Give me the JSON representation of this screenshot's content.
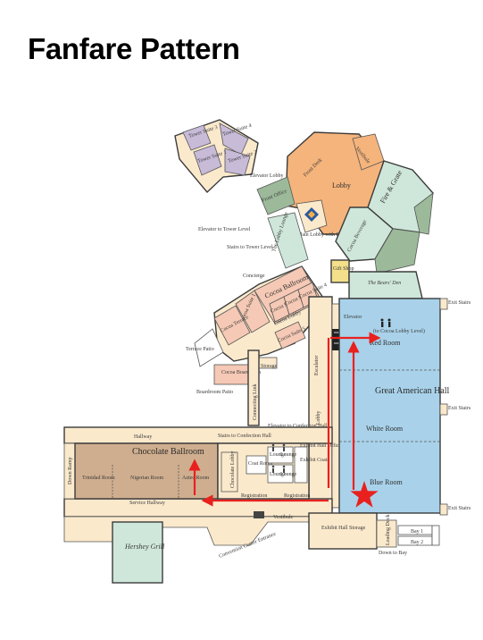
{
  "title": "Fanfare Pattern",
  "colors": {
    "corridor": "#fbe9cc",
    "blue_hall": "#a9d2ea",
    "brown_ballroom": "#cfae8f",
    "pink_ballroom": "#f5c9b5",
    "orange_lobby": "#f5b47c",
    "green_mint": "#cfe7da",
    "green_dark": "#9cba9a",
    "purple_suite": "#c7bbd8",
    "yellow_shop": "#f4e08a",
    "arrow_red": "#e8211f"
  },
  "rooms": {
    "great_hall": "Great American Hall",
    "red_room": "Red Room",
    "white_room": "White Room",
    "blue_room": "Blue Room",
    "chocolate_ballroom": "Chocolate Ballroom",
    "trinidad": "Trinidad Room",
    "nigerian": "Nigerian Room",
    "aztec": "Aztec Room",
    "cocoa_ballroom": "Cocoa Ballroom",
    "cocoa_terrace": "Cocoa Terrace",
    "cocoa_boardroom": "Cocoa Boardroom",
    "cocoa_suite_1": "Cocoa Suite 1",
    "cocoa_suite_2": "Cocoa Suite 2",
    "cocoa_suite_3": "Cocoa Suite 3",
    "cocoa_suite_4": "Cocoa Suite 4",
    "cocoa_suite_5": "Cocoa Suite 5",
    "cocoa_lobby": "Cocoa Lobby",
    "tower_suite_1": "Tower Suite 1",
    "tower_suite_2": "Tower Suite 2",
    "tower_suite_3": "Tower Suite 3",
    "tower_suite_4": "Tower Suite 4",
    "front_desk": "Front Desk",
    "vestibule_top": "Vestibule",
    "lobby": "Lobby",
    "fire_grate": "Fire & Grate",
    "cocoa_beverage": "Cocoa Beverage",
    "front_office": "Front Office",
    "main_lobby": "Main Lobby with Fireplace",
    "the_lobby_lounge": "The Lobby Lounge",
    "gift_shop": "Gift Shop",
    "bears_den": "The Bears' Den",
    "hershey_grill": "Hershey Grill",
    "exhibit_hall_storage": "Exhibit Hall Storage",
    "exhibit_coats": "Exhibit Coats",
    "exhibit_hall_office": "Exhibit Hall Office",
    "coat_room": "Coat Room",
    "loading_dock": "Loading Dock",
    "bay_1": "Bay 1",
    "bay_2": "Bay 2",
    "terrace_patio": "Terrace Patio",
    "boardroom_patio": "Boardroom Patio",
    "storage": "Storage"
  },
  "labels": {
    "elevator_lobby": "Elevator Lobby",
    "elevator_tower": "Elevator to Tower Level",
    "stairs_tower": "Stairs to Tower Level",
    "concierge": "Concierge",
    "elevator": "Elevator",
    "elevator_sub": "(to Cocoa Lobby Level)",
    "escalator": "Escalator",
    "connecting_link": "Connecting Link",
    "great_lobby": "Great Lobby",
    "hallway": "Hallway",
    "stairs_confection": "Stairs to Confection Hall",
    "elevator_confection": "Elevator to Confection Hall",
    "service_hallway": "Service Hallway",
    "down_ramp": "Down Ramp",
    "chocolate_lobby": "Chocolate Lobby",
    "registration_left": "Registration",
    "registration_right": "Registration",
    "vestibule": "Vestibule",
    "convention_entrance": "Convention Center Entrance",
    "down_to_bay": "Down to Bay",
    "exit_stairs_1": "Exit Stairs",
    "exit_stairs_2": "Exit Stairs",
    "exit_stairs_3": "Exit Stairs",
    "lounge_1": "Lounge",
    "lounge_2": "Lounge",
    "lounge_3": "Lounge",
    "lounge_4": "Lounge"
  },
  "icons": {
    "star": "star-icon",
    "restroom": "restroom-icon",
    "person": "person-icon",
    "arrow": "arrow-icon",
    "fireplace": "fireplace-icon"
  }
}
